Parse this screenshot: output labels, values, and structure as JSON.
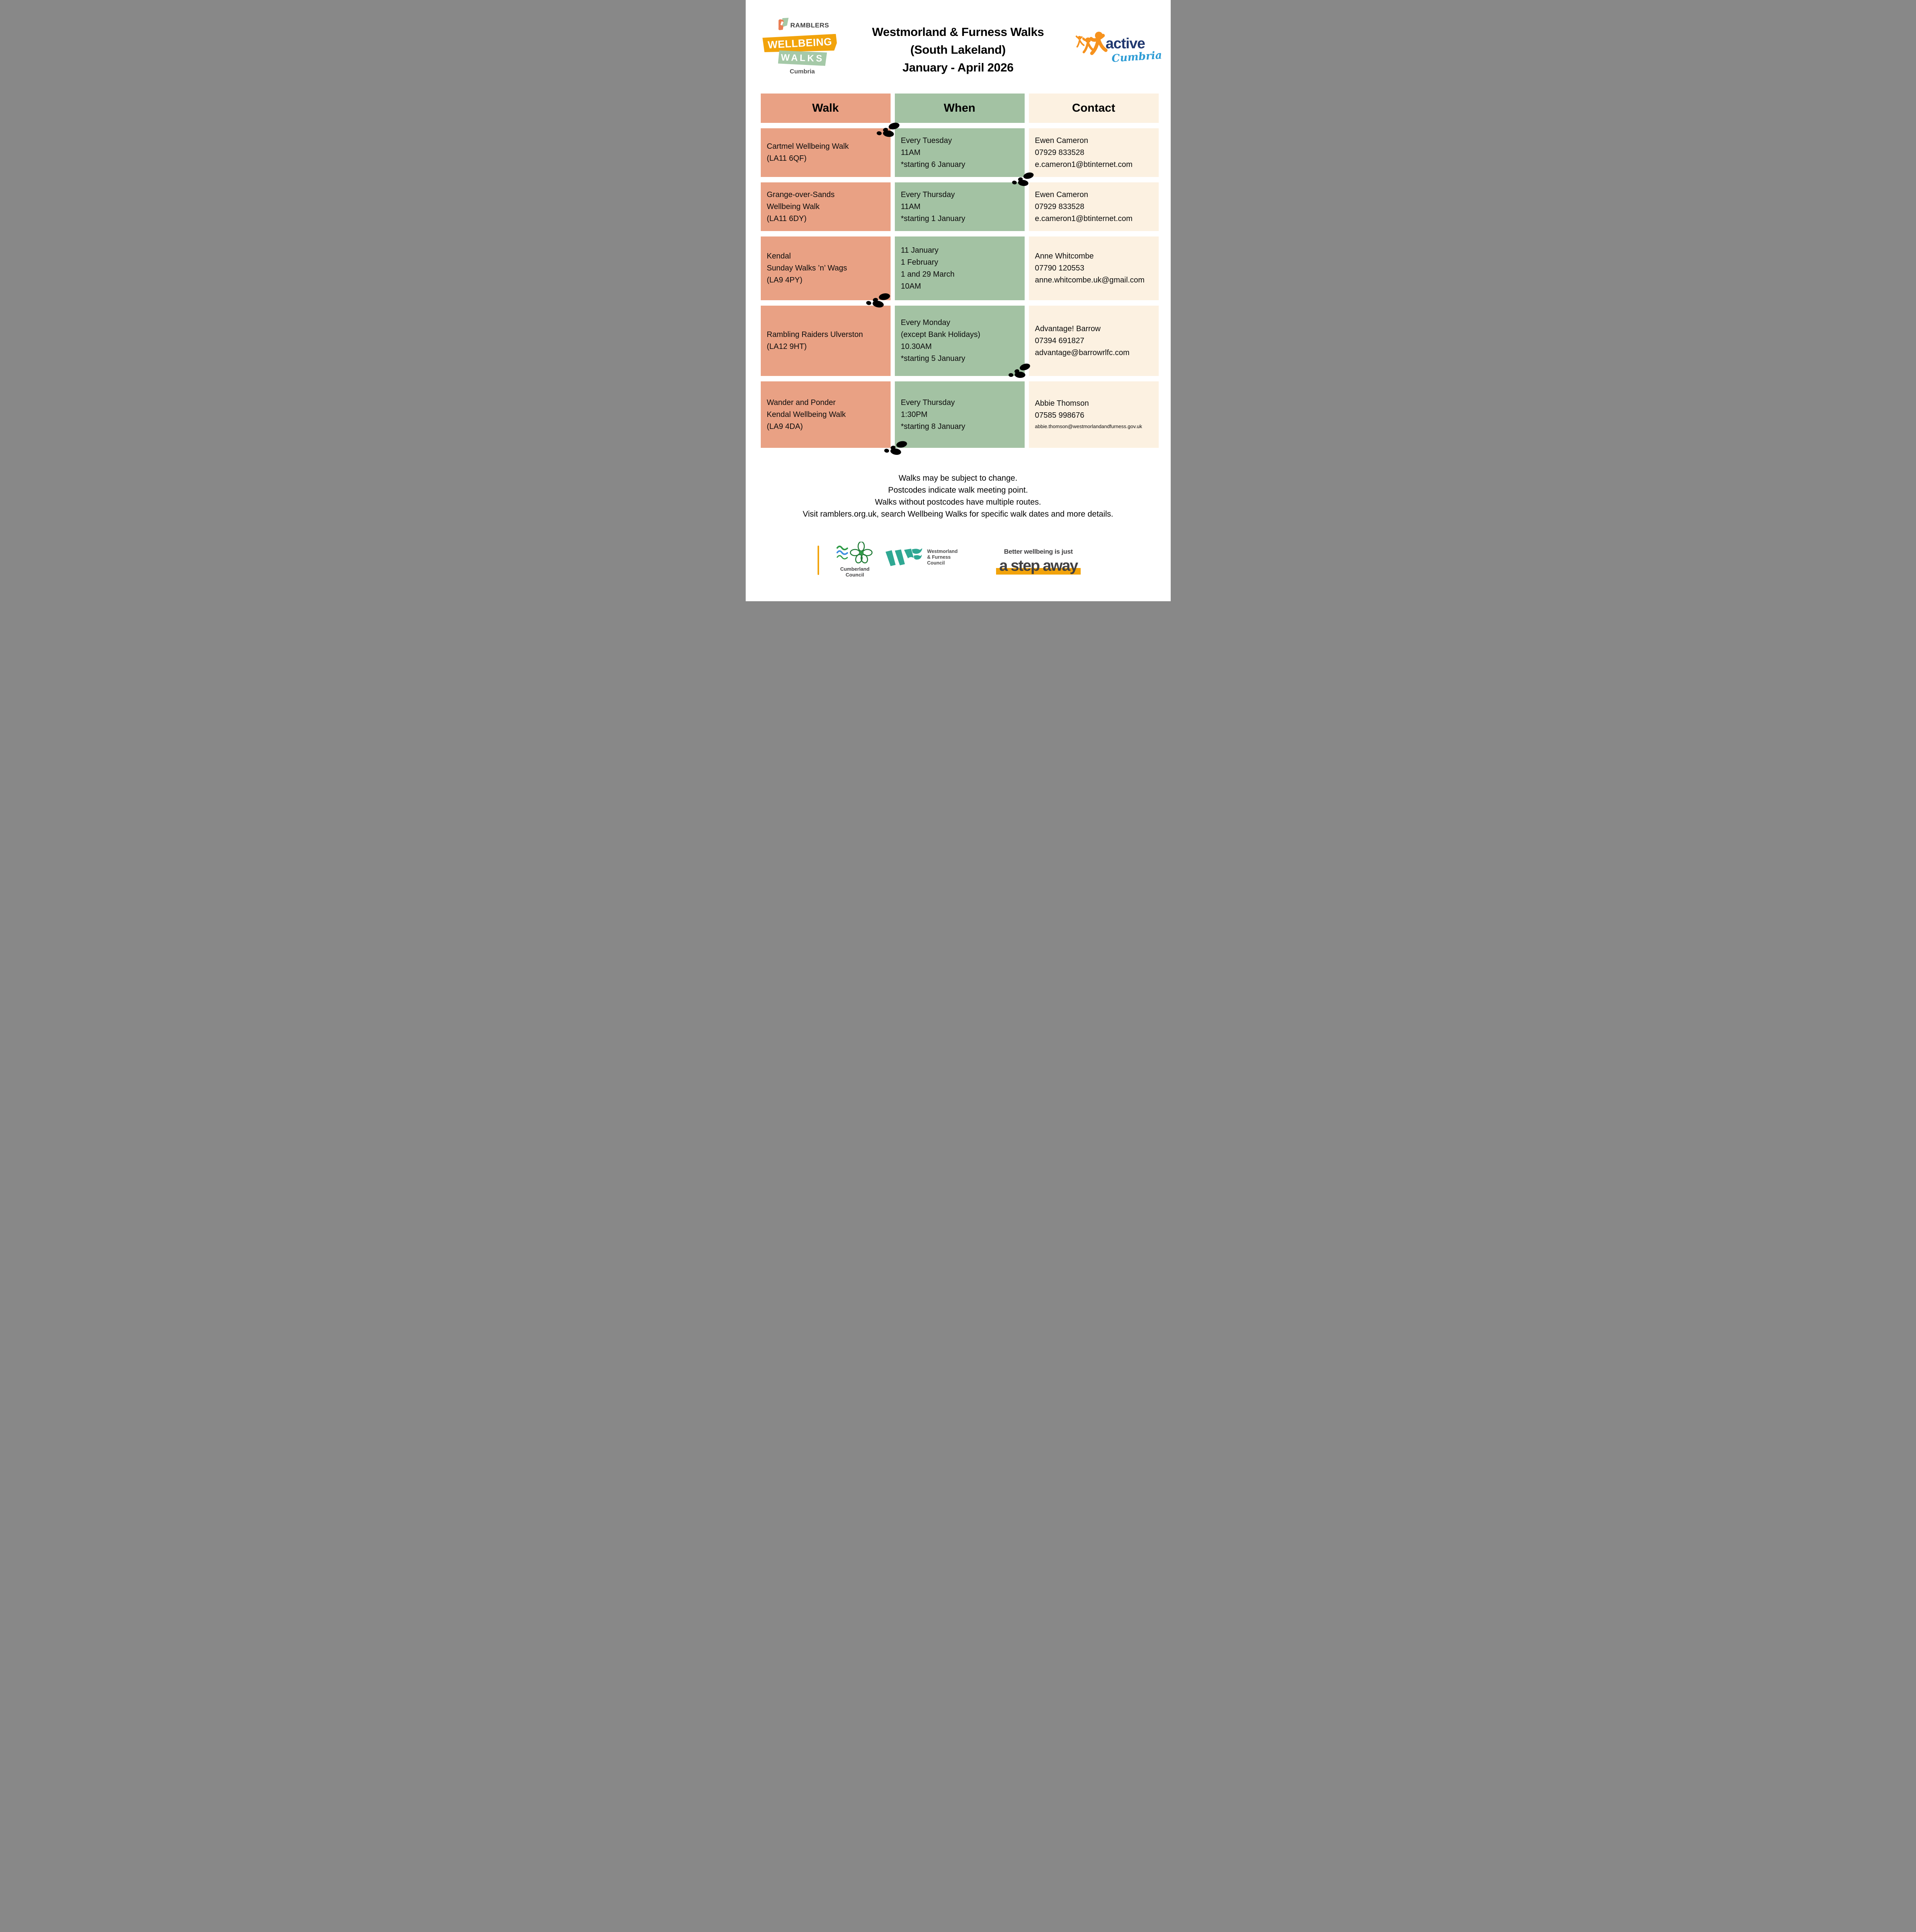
{
  "header": {
    "ramblers_logo": {
      "brand": "RAMBLERS",
      "banner_line1": "WELLBEING",
      "banner_line2": "WALKS",
      "region": "Cumbria"
    },
    "title_lines": [
      "Westmorland & Furness Walks",
      "(South Lakeland)",
      "January - April 2026"
    ],
    "active_logo": {
      "word1": "active",
      "word2": "Cumbria"
    }
  },
  "table": {
    "columns": [
      {
        "label": "Walk"
      },
      {
        "label": "When"
      },
      {
        "label": "Contact"
      }
    ],
    "rows": [
      {
        "walk": [
          "Cartmel Wellbeing Walk",
          "(LA11 6QF)"
        ],
        "when": [
          "Every Tuesday",
          "11AM",
          "*starting 6 January"
        ],
        "contact": [
          "Ewen Cameron",
          "07929 833528",
          "e.cameron1@btinternet.com"
        ]
      },
      {
        "walk": [
          "Grange-over-Sands",
          "Wellbeing Walk",
          "(LA11 6DY)"
        ],
        "when": [
          "Every Thursday",
          "11AM",
          "*starting 1 January"
        ],
        "contact": [
          "Ewen Cameron",
          "07929 833528",
          "e.cameron1@btinternet.com"
        ]
      },
      {
        "walk": [
          "Kendal",
          "Sunday Walks ’n’ Wags",
          "(LA9 4PY)"
        ],
        "when": [
          "11 January",
          "1 February",
          "1 and 29 March",
          "10AM"
        ],
        "contact": [
          "Anne Whitcombe",
          "07790 120553",
          "anne.whitcombe.uk@gmail.com"
        ]
      },
      {
        "walk": [
          "Rambling Raiders Ulverston",
          "(LA12 9HT)"
        ],
        "when": [
          "Every Monday",
          "(except Bank Holidays)",
          "10.30AM",
          "*starting 5 January"
        ],
        "contact": [
          "Advantage! Barrow",
          "07394 691827",
          "advantage@barrowrlfc.com"
        ]
      },
      {
        "walk": [
          "Wander and Ponder",
          "Kendal Wellbeing Walk",
          "(LA9 4DA)"
        ],
        "when": [
          "Every Thursday",
          "1:30PM",
          "*starting 8 January"
        ],
        "contact": [
          "Abbie Thomson",
          "07585 998676",
          "abbie.thomson@westmorlandandfurness.gov.uk"
        ]
      }
    ]
  },
  "notes": [
    "Walks may be subject to change.",
    "Postcodes indicate walk meeting point.",
    "Walks without postcodes have multiple routes.",
    "Visit ramblers.org.uk, search Wellbeing Walks for specific walk dates and more details."
  ],
  "footer": {
    "cumberland_council": {
      "name_line1": "Cumberland",
      "name_line2": "Council"
    },
    "wf_council": {
      "name_line1": "Westmorland",
      "name_line2": "& Furness",
      "name_line3": "Council"
    },
    "tagline": {
      "line1": "Better wellbeing is just",
      "line2": "a step away"
    }
  },
  "colors": {
    "walk_column": "#E9A184",
    "when_column": "#A3C2A3",
    "contact_column": "#FCF1E1",
    "ramblers_orange": "#F2A30B",
    "ramblers_green": "#A5C9A8",
    "active_navy": "#21386F",
    "active_orange": "#F6921E",
    "active_blue": "#2D9CD5",
    "wf_teal": "#2FA893",
    "cumberland_green": "#2E9B46",
    "step_away_bar": "#F2A30B",
    "footprint": "#000000"
  }
}
